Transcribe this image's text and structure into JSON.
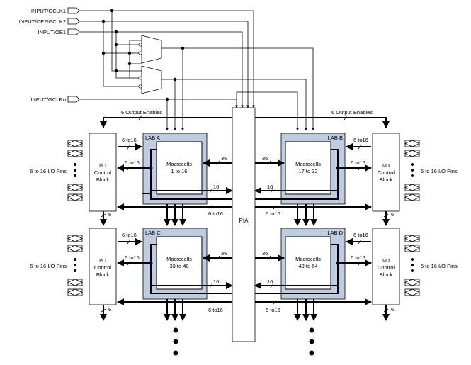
{
  "inputs": {
    "gclk1": "INPUT/GCLK1",
    "oe2_gclk2": "INPUT/OE2/GCLK2",
    "oe1": "INPUT/OE1",
    "gclrn": "INPUT/GCLRn"
  },
  "output_enables": {
    "left": "6 Output Enables",
    "right": "6 Output Enables"
  },
  "pia_label": "PIA",
  "labs": {
    "a": {
      "title": "LAB A",
      "macro_line1": "Macrocells",
      "macro_line2": "1 to 16"
    },
    "b": {
      "title": "LAB B",
      "macro_line1": "Macrocells",
      "macro_line2": "17 to 32"
    },
    "c": {
      "title": "LAB C",
      "macro_line1": "Macrocells",
      "macro_line2": "33 to 48"
    },
    "d": {
      "title": "LAB D",
      "macro_line1": "Macrocells",
      "macro_line2": "49 to 64"
    }
  },
  "io_block": {
    "line1": "I/O",
    "line2": "Control",
    "line3": "Block"
  },
  "io_pins": {
    "left_top": "6 to 16 I/O Pins",
    "left_bottom": "6 to 16 I/O Pins",
    "right_top": "6 to 16 I/O Pins",
    "right_bottom": "6 to 16 I/O Pins"
  },
  "bus_labels": {
    "six_to16_a": "6 to16",
    "six_to16_b": "6 to16",
    "six_to16_pia": "6 to16",
    "six": "6",
    "thirty_six": "36",
    "sixteen": "16"
  }
}
